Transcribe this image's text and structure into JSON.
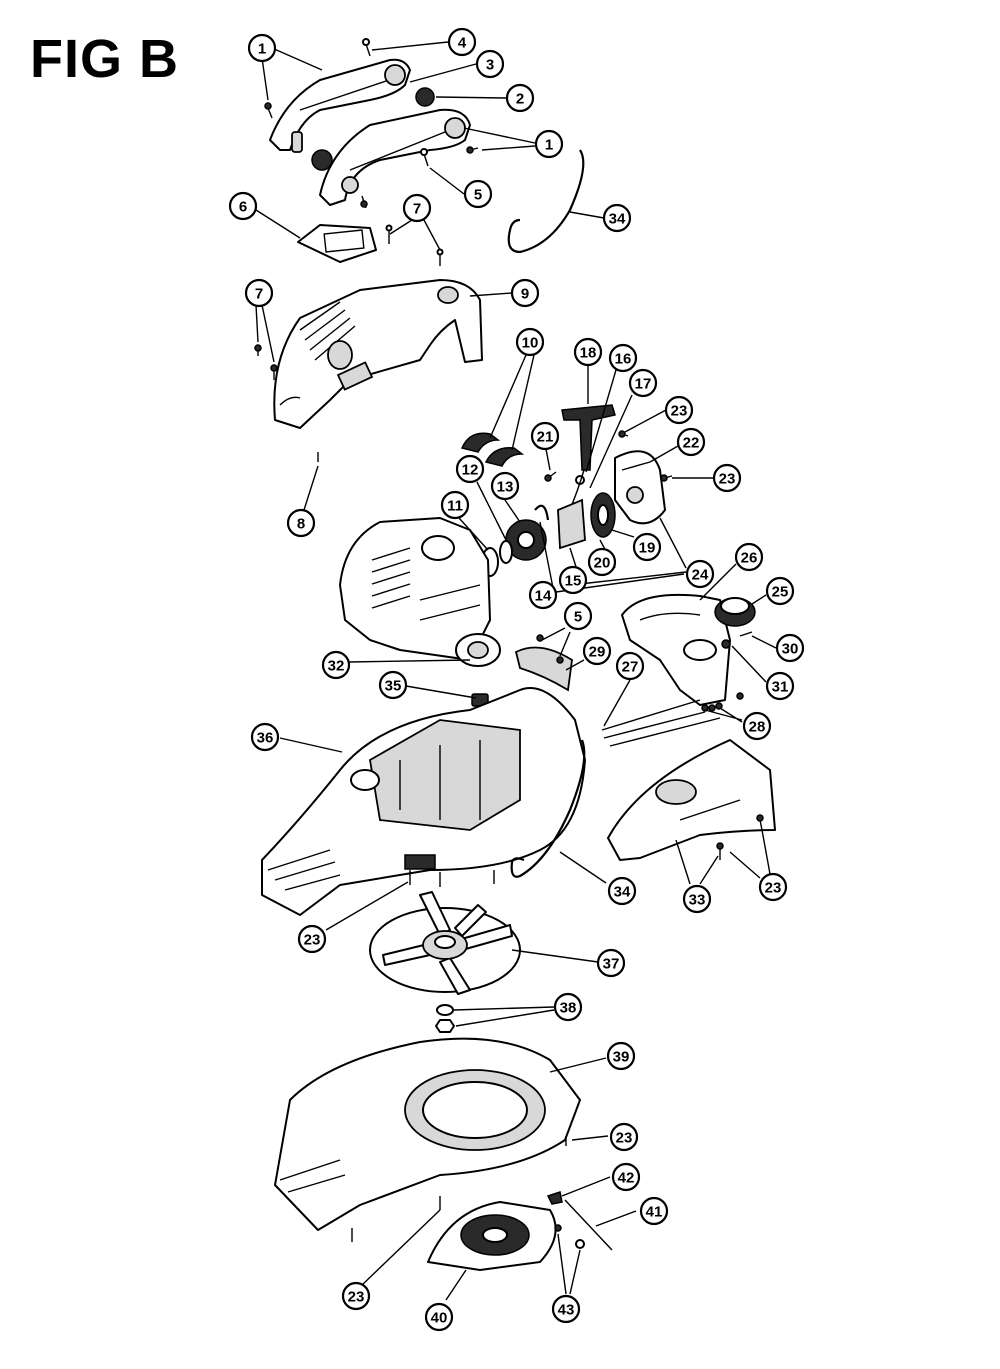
{
  "figure": {
    "title": "FIG B",
    "callouts": [
      {
        "id": "c1a",
        "label": "1"
      },
      {
        "id": "c4",
        "label": "4"
      },
      {
        "id": "c3",
        "label": "3"
      },
      {
        "id": "c2",
        "label": "2"
      },
      {
        "id": "c1b",
        "label": "1"
      },
      {
        "id": "c5a",
        "label": "5"
      },
      {
        "id": "c34a",
        "label": "34"
      },
      {
        "id": "c6",
        "label": "6"
      },
      {
        "id": "c7a",
        "label": "7"
      },
      {
        "id": "c7b",
        "label": "7"
      },
      {
        "id": "c9",
        "label": "9"
      },
      {
        "id": "c10",
        "label": "10"
      },
      {
        "id": "c18",
        "label": "18"
      },
      {
        "id": "c16",
        "label": "16"
      },
      {
        "id": "c17",
        "label": "17"
      },
      {
        "id": "c23a",
        "label": "23"
      },
      {
        "id": "c22",
        "label": "22"
      },
      {
        "id": "c23b",
        "label": "23"
      },
      {
        "id": "c21",
        "label": "21"
      },
      {
        "id": "c12",
        "label": "12"
      },
      {
        "id": "c13",
        "label": "13"
      },
      {
        "id": "c11",
        "label": "11"
      },
      {
        "id": "c8",
        "label": "8"
      },
      {
        "id": "c19",
        "label": "19"
      },
      {
        "id": "c20",
        "label": "20"
      },
      {
        "id": "c15",
        "label": "15"
      },
      {
        "id": "c24",
        "label": "24"
      },
      {
        "id": "c14",
        "label": "14"
      },
      {
        "id": "c26",
        "label": "26"
      },
      {
        "id": "c25",
        "label": "25"
      },
      {
        "id": "c30",
        "label": "30"
      },
      {
        "id": "c31",
        "label": "31"
      },
      {
        "id": "c5b",
        "label": "5"
      },
      {
        "id": "c29",
        "label": "29"
      },
      {
        "id": "c27",
        "label": "27"
      },
      {
        "id": "c28",
        "label": "28"
      },
      {
        "id": "c32",
        "label": "32"
      },
      {
        "id": "c35",
        "label": "35"
      },
      {
        "id": "c36",
        "label": "36"
      },
      {
        "id": "c34b",
        "label": "34"
      },
      {
        "id": "c33",
        "label": "33"
      },
      {
        "id": "c23c",
        "label": "23"
      },
      {
        "id": "c23d",
        "label": "23"
      },
      {
        "id": "c37",
        "label": "37"
      },
      {
        "id": "c38",
        "label": "38"
      },
      {
        "id": "c39",
        "label": "39"
      },
      {
        "id": "c23e",
        "label": "23"
      },
      {
        "id": "c42",
        "label": "42"
      },
      {
        "id": "c41",
        "label": "41"
      },
      {
        "id": "c23f",
        "label": "23"
      },
      {
        "id": "c40",
        "label": "40"
      },
      {
        "id": "c43",
        "label": "43"
      }
    ]
  }
}
